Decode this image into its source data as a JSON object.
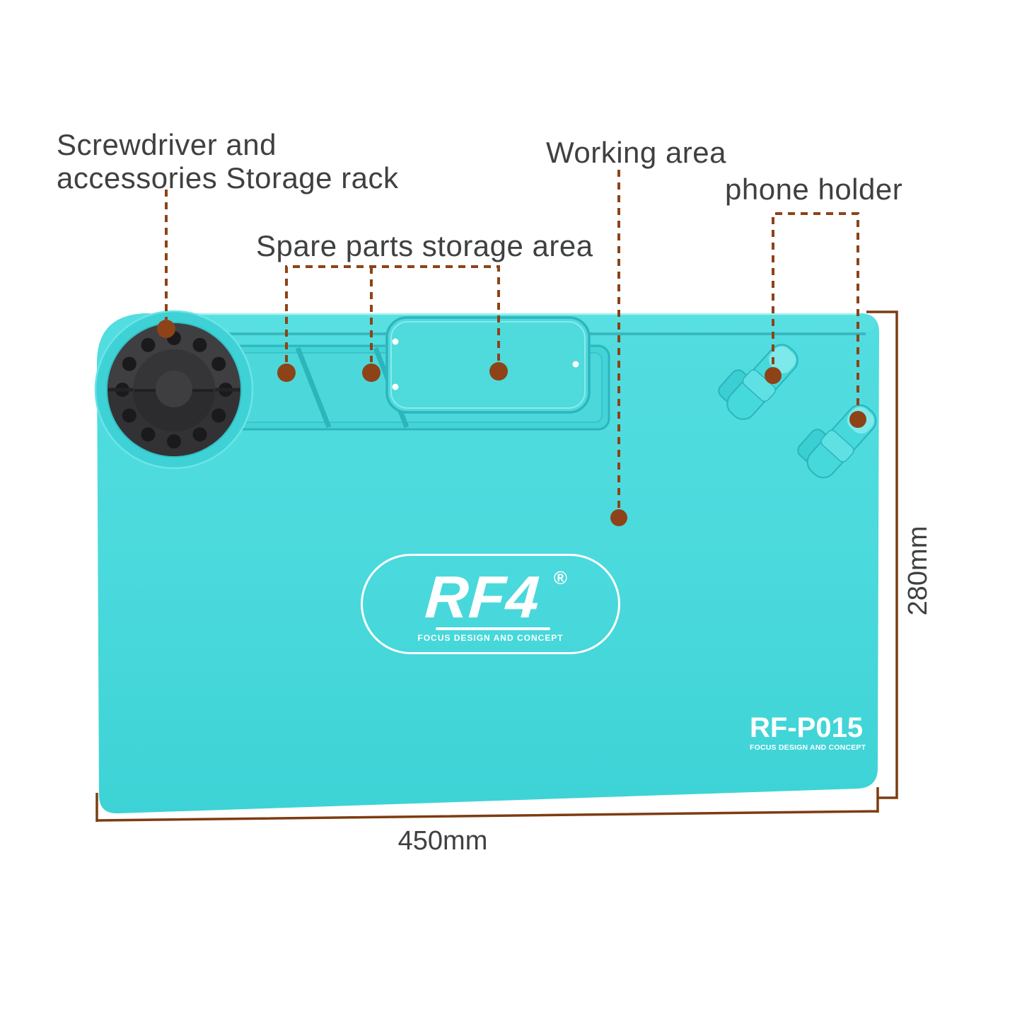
{
  "product": {
    "brand": "RF4",
    "registered_mark": "®",
    "brand_tagline": "FOCUS DESIGN AND CONCEPT",
    "model": "RF-P015",
    "model_tagline": "FOCUS DESIGN AND CONCEPT"
  },
  "callouts": {
    "screwdriver_rack": {
      "line1": "Screwdriver and",
      "line2": "accessories Storage rack"
    },
    "spare_parts": {
      "label": "Spare parts storage area"
    },
    "working_area": {
      "label": "Working area"
    },
    "phone_holder": {
      "label": "phone holder"
    }
  },
  "dimensions": {
    "width_label": "450mm",
    "height_label": "280mm"
  },
  "colors": {
    "mat": "#4cdadd",
    "mat_light": "#5ae0e3",
    "mat_dark": "#2db5bc",
    "tray": "#45d5d8",
    "disc": "#353538",
    "annotation": "#8d4317",
    "dimension_line": "#7d3c12",
    "label_text": "#3e4041"
  }
}
